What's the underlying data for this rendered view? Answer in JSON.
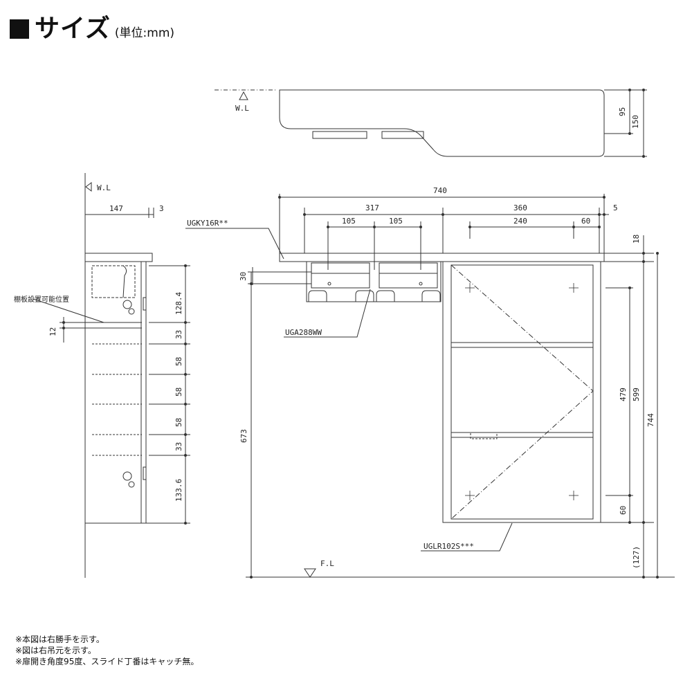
{
  "title": {
    "main": "サイズ",
    "unit": "(単位:mm)"
  },
  "markers": {
    "water_level": "W.L",
    "floor_level": "F.L"
  },
  "side_view": {
    "depth_main": "147",
    "depth_small": "3",
    "shelf_label": "棚板設置可能位置",
    "offset_left": "12",
    "dims": [
      "128.4",
      "33",
      "58",
      "58",
      "58",
      "33",
      "133.6"
    ]
  },
  "top_view": {
    "dim_a": "95",
    "dim_b": "150"
  },
  "front_view": {
    "width_total": "740",
    "width_left": "317",
    "width_right": "360",
    "margin_right": "5",
    "pitch_1": "105",
    "pitch_2": "105",
    "hinge_span": "240",
    "hinge_edge": "60",
    "top_thickness": "18",
    "drawer_height": "30",
    "total_height_front": "673",
    "cabinet_479": "479",
    "cabinet_599": "599",
    "total_744": "744",
    "bottom_60": "60",
    "floor_gap": "(127)"
  },
  "part_codes": {
    "counter": "UGKY16R**",
    "drawer_unit": "UGA288WW",
    "cabinet": "UGLR102S***"
  },
  "notes": [
    "※本図は右勝手を示す。",
    "※図は右吊元を示す。",
    "※扉開き角度95度、スライド丁番はキャッチ無。"
  ]
}
